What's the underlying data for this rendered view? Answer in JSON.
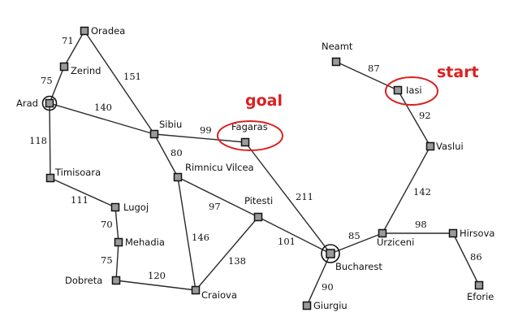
{
  "colors": {
    "marker": "#dd1f1f",
    "edge": "#2a2a2a",
    "node_fill": "#9a9a9a"
  },
  "cities": [
    {
      "id": "oradea",
      "name": "Oradea"
    },
    {
      "id": "zerind",
      "name": "Zerind"
    },
    {
      "id": "arad",
      "name": "Arad"
    },
    {
      "id": "timisoara",
      "name": "Timisoara"
    },
    {
      "id": "lugoj",
      "name": "Lugoj"
    },
    {
      "id": "mehadia",
      "name": "Mehadia"
    },
    {
      "id": "dobreta",
      "name": "Dobreta"
    },
    {
      "id": "craiova",
      "name": "Craiova"
    },
    {
      "id": "sibiu",
      "name": "Sibiu"
    },
    {
      "id": "rimnicu",
      "name": "Rimnicu Vilcea"
    },
    {
      "id": "fagaras",
      "name": "Fagaras"
    },
    {
      "id": "pitesti",
      "name": "Pitesti"
    },
    {
      "id": "bucharest",
      "name": "Bucharest"
    },
    {
      "id": "giurgiu",
      "name": "Giurgiu"
    },
    {
      "id": "urziceni",
      "name": "Urziceni"
    },
    {
      "id": "hirsova",
      "name": "Hirsova"
    },
    {
      "id": "eforie",
      "name": "Eforie"
    },
    {
      "id": "vaslui",
      "name": "Vaslui"
    },
    {
      "id": "iasi",
      "name": "Iasi"
    },
    {
      "id": "neamt",
      "name": "Neamt"
    }
  ],
  "roads": [
    {
      "from": "oradea",
      "to": "zerind",
      "distance": "71"
    },
    {
      "from": "zerind",
      "to": "arad",
      "distance": "75"
    },
    {
      "from": "oradea",
      "to": "sibiu",
      "distance": "151"
    },
    {
      "from": "arad",
      "to": "sibiu",
      "distance": "140"
    },
    {
      "from": "arad",
      "to": "timisoara",
      "distance": "118"
    },
    {
      "from": "timisoara",
      "to": "lugoj",
      "distance": "111"
    },
    {
      "from": "lugoj",
      "to": "mehadia",
      "distance": "70"
    },
    {
      "from": "mehadia",
      "to": "dobreta",
      "distance": "75"
    },
    {
      "from": "dobreta",
      "to": "craiova",
      "distance": "120"
    },
    {
      "from": "sibiu",
      "to": "fagaras",
      "distance": "99"
    },
    {
      "from": "sibiu",
      "to": "rimnicu",
      "distance": "80"
    },
    {
      "from": "rimnicu",
      "to": "pitesti",
      "distance": "97"
    },
    {
      "from": "rimnicu",
      "to": "craiova",
      "distance": "146"
    },
    {
      "from": "craiova",
      "to": "pitesti",
      "distance": "138"
    },
    {
      "from": "fagaras",
      "to": "bucharest",
      "distance": "211"
    },
    {
      "from": "pitesti",
      "to": "bucharest",
      "distance": "101"
    },
    {
      "from": "bucharest",
      "to": "giurgiu",
      "distance": "90"
    },
    {
      "from": "bucharest",
      "to": "urziceni",
      "distance": "85"
    },
    {
      "from": "urziceni",
      "to": "hirsova",
      "distance": "98"
    },
    {
      "from": "hirsova",
      "to": "eforie",
      "distance": "86"
    },
    {
      "from": "urziceni",
      "to": "vaslui",
      "distance": "142"
    },
    {
      "from": "vaslui",
      "to": "iasi",
      "distance": "92"
    },
    {
      "from": "iasi",
      "to": "neamt",
      "distance": "87"
    }
  ],
  "markers": {
    "goal": {
      "label": "goal",
      "city": "fagaras"
    },
    "start": {
      "label": "start",
      "city": "iasi"
    }
  }
}
